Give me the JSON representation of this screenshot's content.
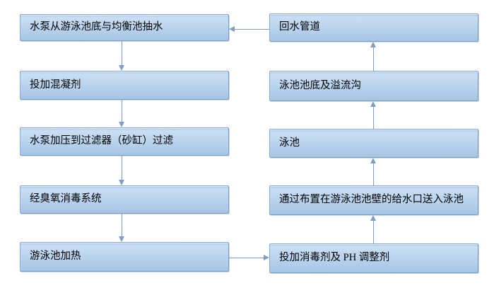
{
  "diagram": {
    "type": "flowchart",
    "subject": "swimming-pool water circulation and treatment cycle",
    "colors": {
      "background": "#ffffff",
      "node_fill_top": "#c9def3",
      "node_fill_bottom": "#a6c5e4",
      "node_border": "#8aabd1",
      "arrow": "#7b9fc7",
      "text": "#000000"
    },
    "left_column": [
      {
        "id": "L1",
        "label": "水泵从游泳池底与均衡池抽水"
      },
      {
        "id": "L2",
        "label": "投加混凝剂"
      },
      {
        "id": "L3",
        "label": "水泵加压到过滤器（砂缸）过滤"
      },
      {
        "id": "L4",
        "label": "经臭氧消毒系统"
      },
      {
        "id": "L5",
        "label": "游泳池加热"
      }
    ],
    "right_column": [
      {
        "id": "R1",
        "label": "回水管道"
      },
      {
        "id": "R2",
        "label": "泳池池底及溢流沟"
      },
      {
        "id": "R3",
        "label": "泳池"
      },
      {
        "id": "R4",
        "label": "通过布置在游泳池池壁的给水口送入泳池"
      },
      {
        "id": "R5",
        "label": "投加消毒剂及 PH 调整剂"
      }
    ],
    "connections": [
      {
        "from": "L1",
        "to": "L2",
        "direction": "down"
      },
      {
        "from": "L2",
        "to": "L3",
        "direction": "down"
      },
      {
        "from": "L3",
        "to": "L4",
        "direction": "down"
      },
      {
        "from": "L4",
        "to": "L5",
        "direction": "down"
      },
      {
        "from": "L5",
        "to": "R5",
        "direction": "right"
      },
      {
        "from": "R5",
        "to": "R4",
        "direction": "up"
      },
      {
        "from": "R4",
        "to": "R3",
        "direction": "up"
      },
      {
        "from": "R3",
        "to": "R2",
        "direction": "up"
      },
      {
        "from": "R2",
        "to": "R1",
        "direction": "up"
      },
      {
        "from": "R1",
        "to": "L1",
        "direction": "left"
      }
    ]
  }
}
